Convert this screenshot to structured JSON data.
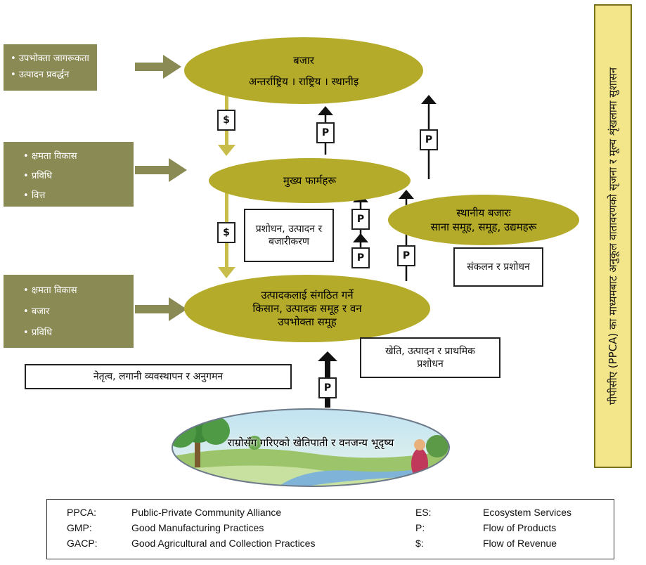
{
  "sidebar": {
    "title": "पीपीसीए (PPCA) का माध्यमबाट अनुकूल वातावरणको सृजना र मूल्य शृंखलामा सुशासन"
  },
  "left_boxes": [
    {
      "items": [
        "उपभोक्ता जागरूकता",
        "उत्पादन प्रवर्द्धन"
      ]
    },
    {
      "items": [
        "क्षमता विकास",
        "प्रविधि",
        "वित्त"
      ]
    },
    {
      "items": [
        "क्षमता विकास",
        "बजार",
        "प्रविधि"
      ]
    }
  ],
  "market": {
    "title": "बजार",
    "subtitle": "अन्तर्राष्ट्रिय । राष्ट्रिय । स्थानीइ"
  },
  "main_farms": {
    "label": "मुख्य फार्महरू"
  },
  "local_market": {
    "line1": "स्थानीय बजारः",
    "line2": "साना समूह, समूह, उद्यमहरू"
  },
  "producers": {
    "line1": "उत्पादकलाई संगठित गर्ने",
    "line2": "किसान, उत्पादक समूह र वन",
    "line3": "उपभोक्ता समूह"
  },
  "boxes": {
    "processing_marketing": "प्रशोधन, उत्पादन र बजारीकरण",
    "collection_processing": "संकलन र प्रशोधन",
    "farming_production": "खेति, उत्पादन र प्राथमिक प्रशोधन",
    "leadership": "नेतृत्व, लगानी व्यवस्थापन र अनुगमन"
  },
  "flow_labels": {
    "product": "P",
    "revenue": "$"
  },
  "landscape": {
    "caption": "राम्रोसँग गरिएको खेतिपाती र वनजन्य भूदृष्य"
  },
  "legend": [
    {
      "abbr": "PPCA:",
      "desc": "Public-Private Community Alliance"
    },
    {
      "abbr": "GMP:",
      "desc": "Good Manufacturing Practices"
    },
    {
      "abbr": "GACP:",
      "desc": "Good Agricultural and Collection Practices"
    },
    {
      "abbr": "ES:",
      "desc": "Ecosystem Services"
    },
    {
      "abbr": "P:",
      "desc": "Flow of Products"
    },
    {
      "abbr": "$:",
      "desc": "Flow of Revenue"
    }
  ],
  "colors": {
    "ellipse": "#b5ab2a",
    "side_box": "#8a8a55",
    "arrow_olive": "#b5ab2a",
    "sidebar": "#f3e58a"
  }
}
